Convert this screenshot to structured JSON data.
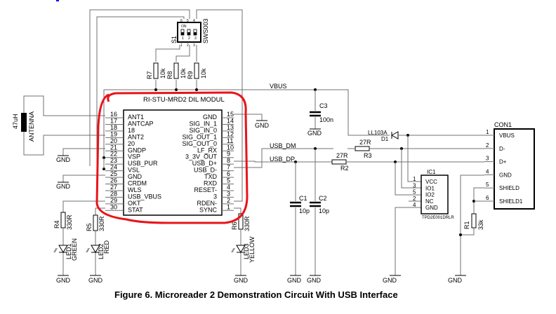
{
  "caption": "Figure 6. Microreader 2 Demonstration Circuit With USB Interface",
  "accent_colors": {
    "highlight": "#e8141a",
    "link": "#0000ff",
    "wire": "#707070"
  },
  "module": {
    "title": "RI-STU-MRD2 DIL MODUL",
    "left_pins": [
      {
        "num": "16",
        "name": "ANT1"
      },
      {
        "num": "17",
        "name": "ANTCAP"
      },
      {
        "num": "18",
        "name": "18"
      },
      {
        "num": "19",
        "name": "ANT2"
      },
      {
        "num": "20",
        "name": "20"
      },
      {
        "num": "21",
        "name": "GNDP"
      },
      {
        "num": "22",
        "name": "VSP"
      },
      {
        "num": "23",
        "name": "USB_PUR"
      },
      {
        "num": "24",
        "name": "VSL"
      },
      {
        "num": "25",
        "name": "GND"
      },
      {
        "num": "26",
        "name": "CRDM"
      },
      {
        "num": "27",
        "name": "WLS"
      },
      {
        "num": "28",
        "name": "USB_VBUS"
      },
      {
        "num": "29",
        "name": "OKT"
      },
      {
        "num": "30",
        "name": "STAT"
      }
    ],
    "right_pins": [
      {
        "num": "15",
        "name": "GND"
      },
      {
        "num": "14",
        "name": "SIG_IN_1"
      },
      {
        "num": "13",
        "name": "SIG_IN_0"
      },
      {
        "num": "12",
        "name": "SIG_OUT_1"
      },
      {
        "num": "11",
        "name": "SIG_OUT_0"
      },
      {
        "num": "10",
        "name": "LF_RX"
      },
      {
        "num": "9",
        "name": "3_3V_OUT"
      },
      {
        "num": "8",
        "name": "USB_D+"
      },
      {
        "num": "7",
        "name": "USB_D-"
      },
      {
        "num": "6",
        "name": "TXD"
      },
      {
        "num": "5",
        "name": "RXD"
      },
      {
        "num": "4",
        "name": "RESET-"
      },
      {
        "num": "3",
        "name": "3"
      },
      {
        "num": "2",
        "name": "RDEN-"
      },
      {
        "num": "1",
        "name": "SYNC"
      }
    ]
  },
  "switch": {
    "ref": "S1",
    "part": "SWS003",
    "on_label": "ON",
    "top_pins": [
      "6",
      "5",
      "4"
    ],
    "bottom_pins": [
      "1",
      "2",
      "3"
    ],
    "switch_nums": [
      "1",
      "2",
      "3"
    ]
  },
  "resistors": {
    "R7": {
      "ref": "R7",
      "value": "10k"
    },
    "R8": {
      "ref": "R8",
      "value": "10k"
    },
    "R9": {
      "ref": "R9",
      "value": "10k"
    },
    "R4": {
      "ref": "R4",
      "value": "330R"
    },
    "R5": {
      "ref": "R5",
      "value": "330R"
    },
    "R6": {
      "ref": "R6",
      "value": "330R"
    },
    "R3": {
      "ref": "R3",
      "value": "27R"
    },
    "R2": {
      "ref": "R2",
      "value": "27R"
    },
    "R1": {
      "ref": "R1",
      "value": "33k"
    }
  },
  "capacitors": {
    "C3": {
      "ref": "C3",
      "value": "100n"
    },
    "C1": {
      "ref": "C1",
      "value": "10p"
    },
    "C2": {
      "ref": "C2",
      "value": "10p"
    }
  },
  "leds": {
    "LED1": {
      "ref": "LED1",
      "color": "GREEN"
    },
    "LED2": {
      "ref": "LED2",
      "color": "RED"
    },
    "LED3": {
      "ref": "LED3",
      "color": "YELLOW"
    }
  },
  "antenna": {
    "value": "47uH",
    "label": "ANTENNA"
  },
  "diode": {
    "ref": "D1",
    "part": "LL103A"
  },
  "nets": {
    "vbus": "VBUS",
    "usb_dm": "USB_DM",
    "usb_dp": "USB_DP",
    "gnd": "GND"
  },
  "ic1": {
    "ref": "IC1",
    "part": "TPD2E001DRLR",
    "pins": [
      {
        "num": "1",
        "name": "VCC"
      },
      {
        "num": "3",
        "name": "IO1"
      },
      {
        "num": "5",
        "name": "IO2"
      },
      {
        "num": "2",
        "name": "NC"
      },
      {
        "num": "4",
        "name": "GND"
      }
    ]
  },
  "connector": {
    "ref": "CON1",
    "pins": [
      {
        "num": "1",
        "name": "VBUS"
      },
      {
        "num": "2",
        "name": "D-"
      },
      {
        "num": "3",
        "name": "D+"
      },
      {
        "num": "4",
        "name": "GND"
      },
      {
        "num": "5",
        "name": "SHIELD"
      },
      {
        "num": "6",
        "name": "SHIELD1"
      }
    ]
  }
}
